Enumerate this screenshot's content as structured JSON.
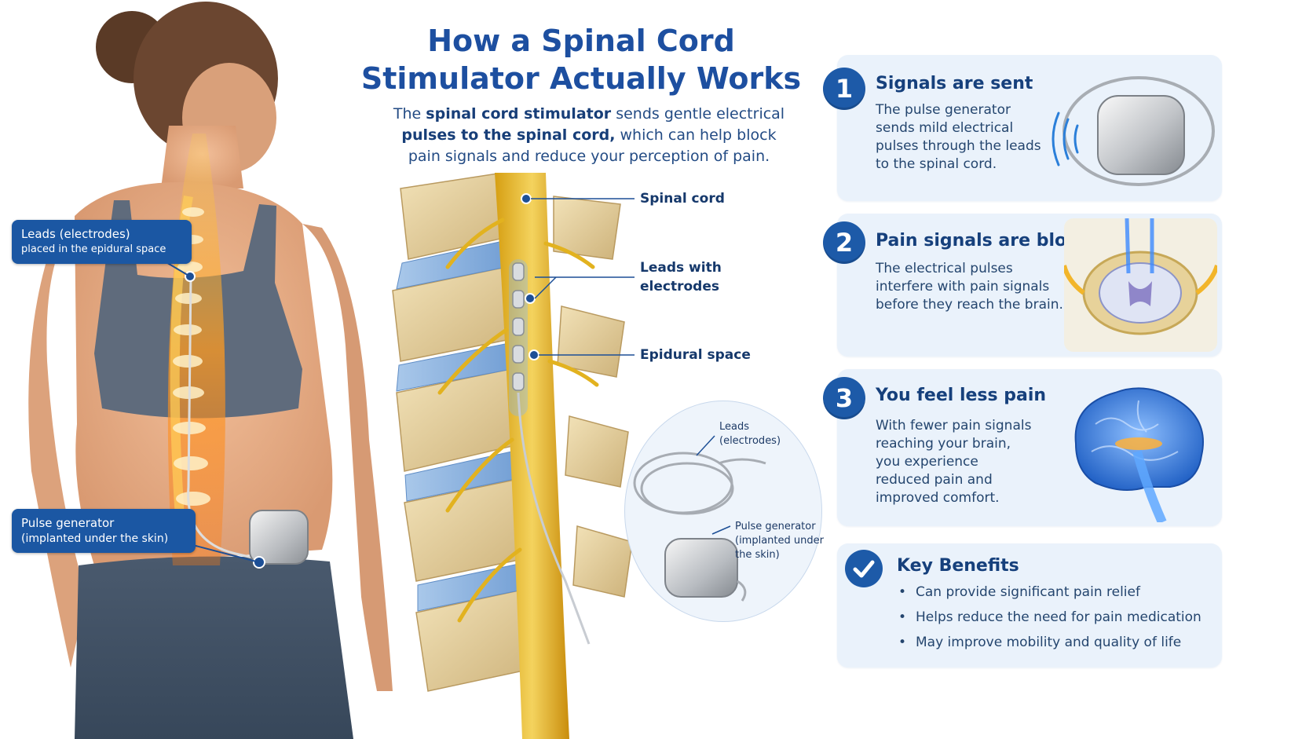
{
  "title": "How a Spinal Cord Stimulator Actually Works",
  "subtitle": {
    "p1": "The ",
    "b1": "spinal cord stimulator",
    "p2": " sends gentle electrical ",
    "b2": "pulses to the spinal cord,",
    "p3": " which can help block pain signals and reduce your perception of pain."
  },
  "body_callouts": {
    "leads_title": "Leads (electrodes)",
    "leads_sub": "placed in the epidural space",
    "generator_title": "Pulse generator",
    "generator_sub": "(implanted under the skin)"
  },
  "spine_labels": {
    "spinal_cord": "Spinal cord",
    "leads_line1": "Leads with",
    "leads_line2": "electrodes",
    "epidural": "Epidural space"
  },
  "device_inset": {
    "leads_line1": "Leads",
    "leads_line2": "(electrodes)",
    "gen_line1": "Pulse generator",
    "gen_line2": "(implanted under",
    "gen_line3": "the skin)"
  },
  "steps": [
    {
      "number": "1",
      "title": "Signals are sent",
      "lines": [
        "The pulse generator",
        "sends mild electrical",
        "pulses through the leads",
        "to the spinal cord."
      ]
    },
    {
      "number": "2",
      "title": "Pain signals are blocked",
      "lines": [
        "The electrical pulses",
        "interfere with pain signals",
        "before they reach the brain."
      ]
    },
    {
      "number": "3",
      "title": "You feel less pain",
      "lines": [
        "With fewer pain signals",
        "reaching your brain,",
        "you experience",
        "reduced pain and",
        "improved comfort."
      ]
    }
  ],
  "benefits": {
    "title": "Key Benefits",
    "items": [
      "Can provide significant pain relief",
      "Helps reduce the need for pain medication",
      "May improve mobility and quality of life"
    ]
  },
  "colors": {
    "accent": "#1d5aa8",
    "card_bg": "#eaf2fb",
    "nerve": "#e8b830",
    "glow": "#ff9a1f"
  }
}
